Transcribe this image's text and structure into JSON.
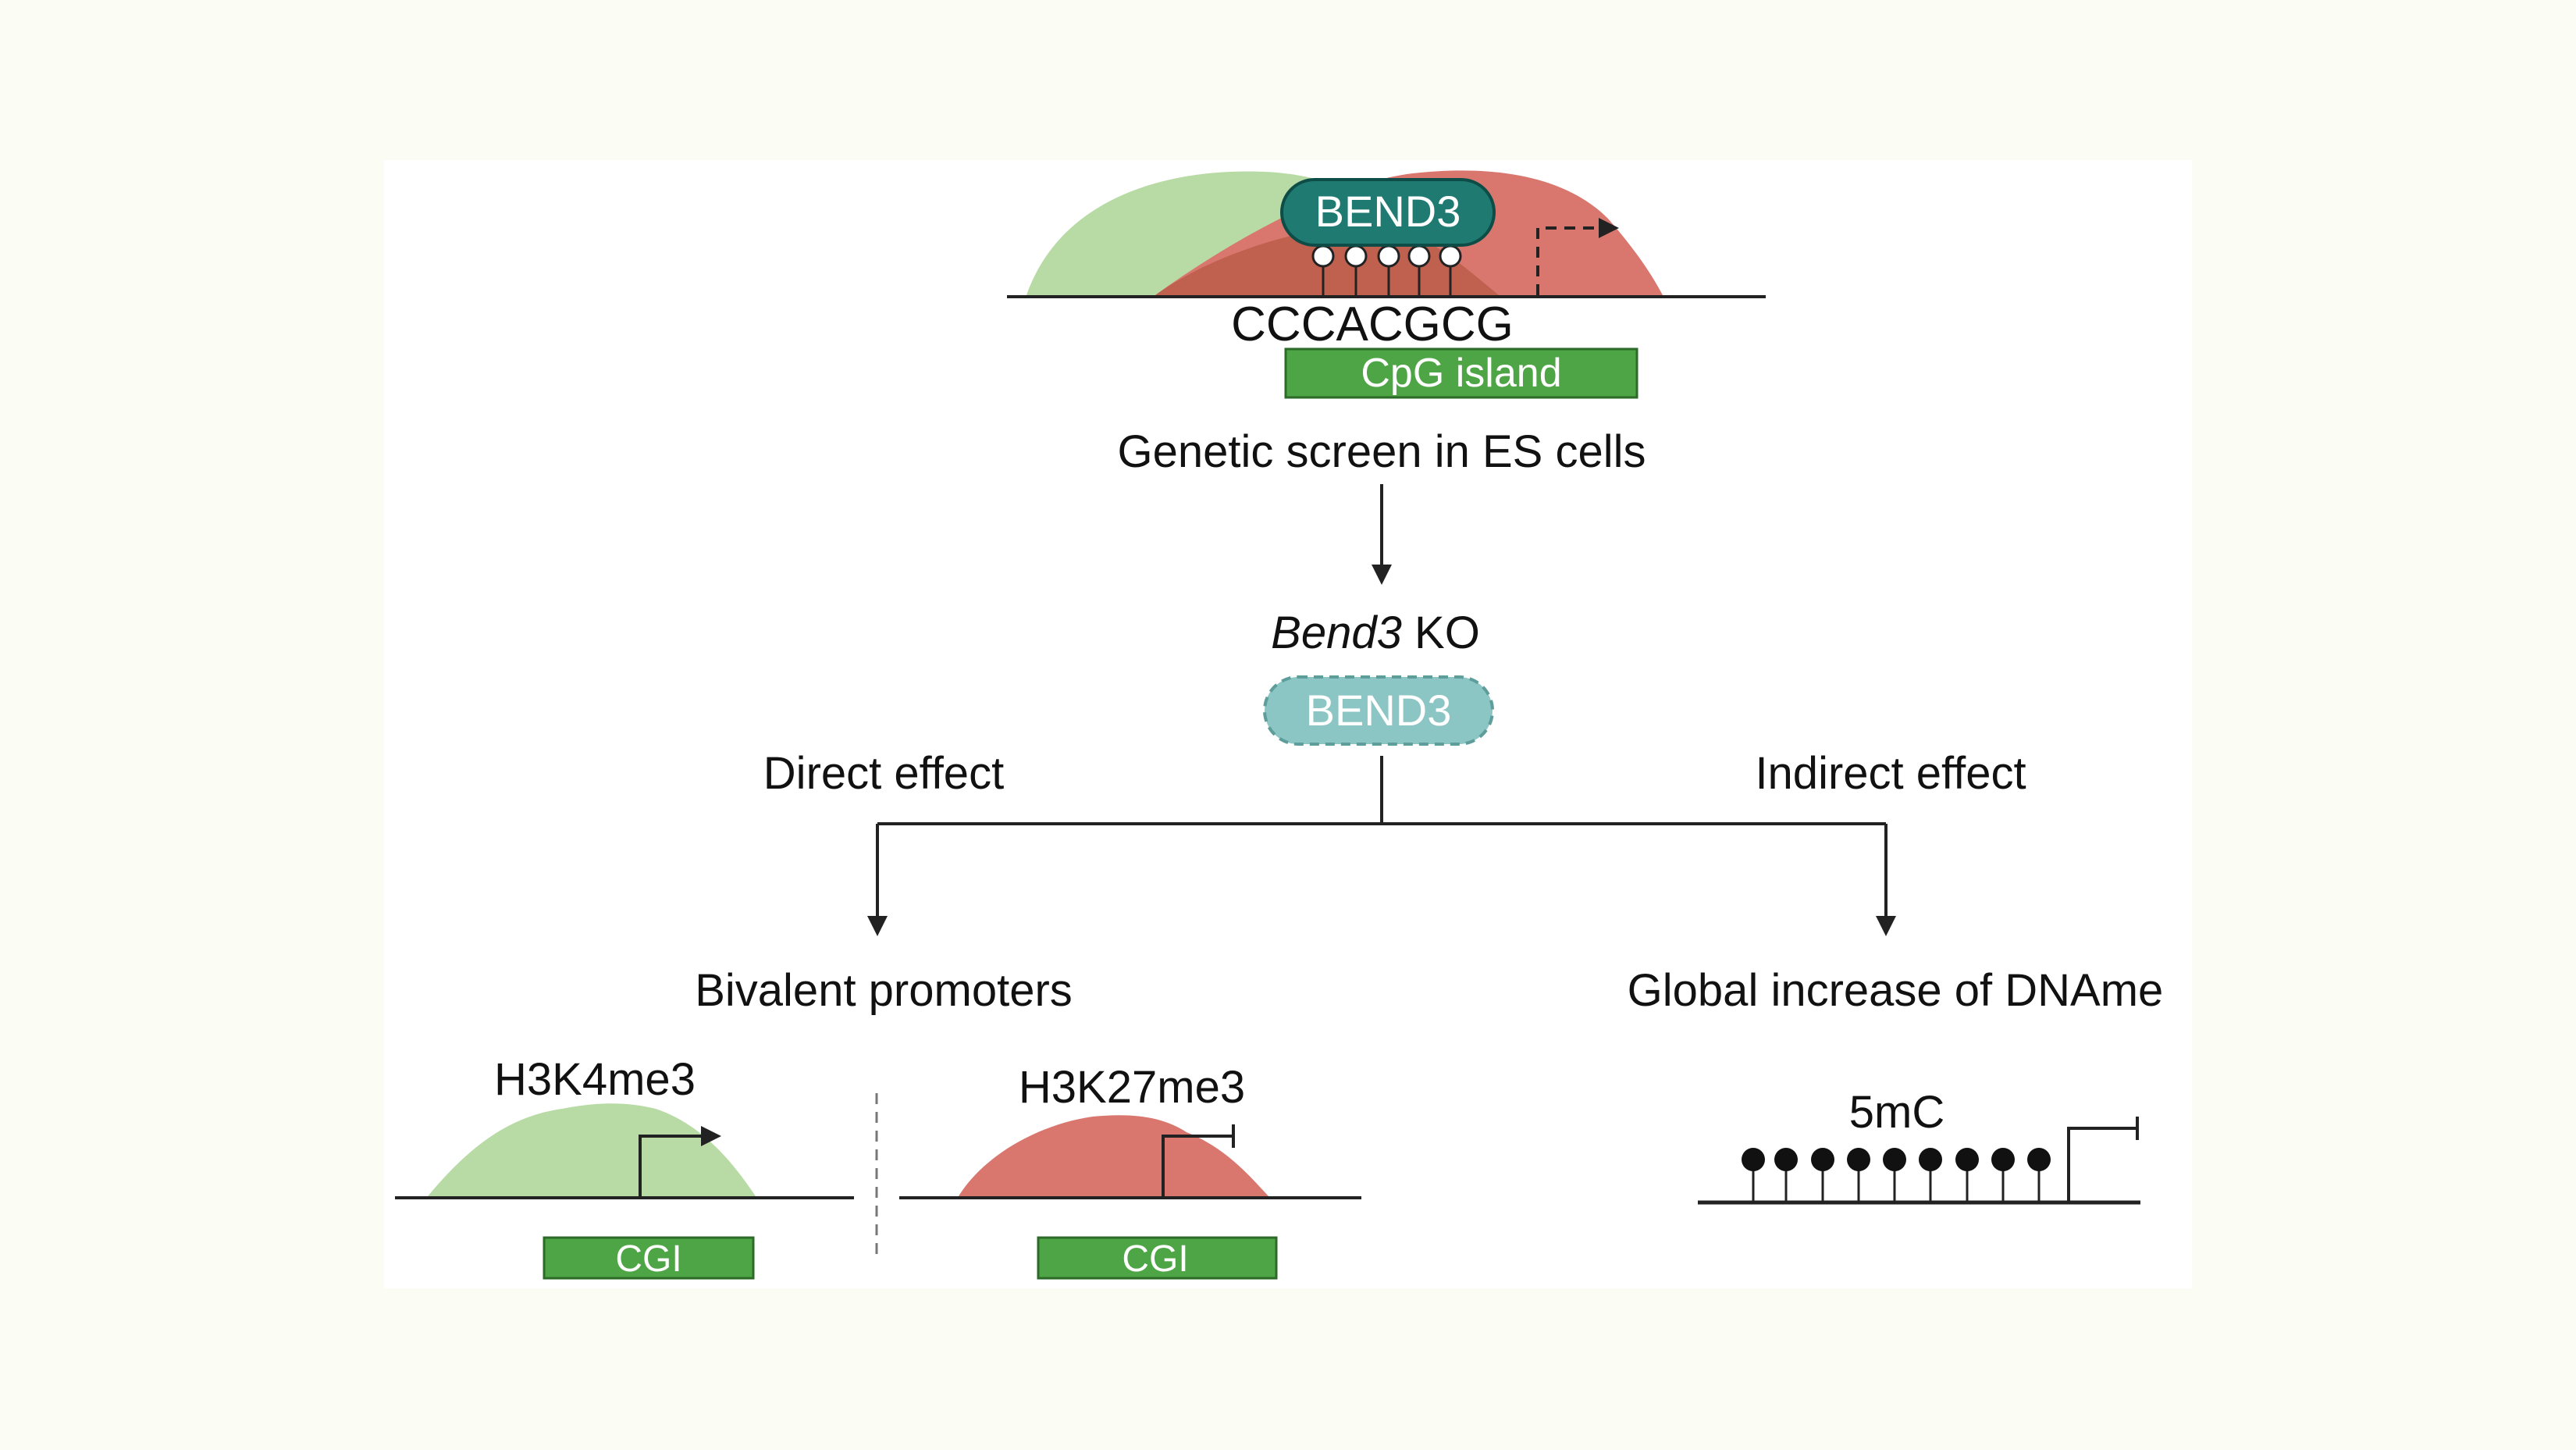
{
  "top": {
    "protein": "BEND3",
    "motif": "CCCACGCG",
    "island": "CpG island",
    "screen": "Genetic screen in ES cells"
  },
  "ko": {
    "gene": "Bend3",
    "suffix": " KO",
    "protein": "BEND3"
  },
  "branches": {
    "direct": "Direct effect",
    "indirect": "Indirect effect"
  },
  "outcomes": {
    "bivalent": "Bivalent promoters",
    "global": "Global increase of DNAme"
  },
  "marks": {
    "h3k4": "H3K4me3",
    "h3k27": "H3K27me3",
    "cgi_left": "CGI",
    "cgi_right": "CGI",
    "methyl": "5mC"
  },
  "colors": {
    "h3k4_green": "#b8dba5",
    "h3k27_red": "#d9776f",
    "overlap": "#c0614f",
    "cgi_green": "#4ea545",
    "bend3": "#1f7a72",
    "bend3_ko": "#8cc6c4",
    "line": "#222222"
  }
}
